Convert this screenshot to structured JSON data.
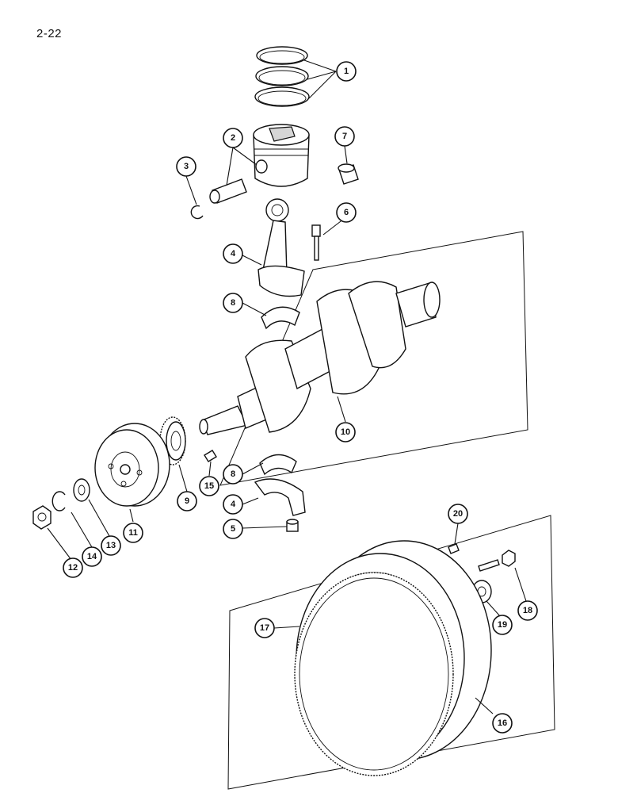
{
  "page": {
    "number": "2-22"
  },
  "callouts": [
    {
      "id": "c1",
      "label": "1"
    },
    {
      "id": "c2",
      "label": "2"
    },
    {
      "id": "c3",
      "label": "3"
    },
    {
      "id": "c4a",
      "label": "4"
    },
    {
      "id": "c4b",
      "label": "4"
    },
    {
      "id": "c5",
      "label": "5"
    },
    {
      "id": "c6",
      "label": "6"
    },
    {
      "id": "c7",
      "label": "7"
    },
    {
      "id": "c8a",
      "label": "8"
    },
    {
      "id": "c8b",
      "label": "8"
    },
    {
      "id": "c9",
      "label": "9"
    },
    {
      "id": "c10",
      "label": "10"
    },
    {
      "id": "c11",
      "label": "11"
    },
    {
      "id": "c12",
      "label": "12"
    },
    {
      "id": "c13",
      "label": "13"
    },
    {
      "id": "c14",
      "label": "14"
    },
    {
      "id": "c15",
      "label": "15"
    },
    {
      "id": "c16",
      "label": "16"
    },
    {
      "id": "c17",
      "label": "17"
    },
    {
      "id": "c18",
      "label": "18"
    },
    {
      "id": "c19",
      "label": "19"
    },
    {
      "id": "c20",
      "label": "20"
    }
  ]
}
